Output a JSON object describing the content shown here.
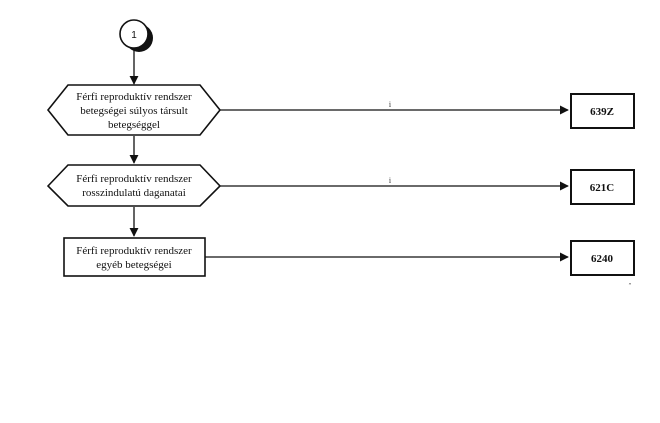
{
  "connector": {
    "label": "1"
  },
  "decisions": [
    {
      "lines": [
        "Férfi reproduktív rendszer",
        "betegségei súlyos társult",
        "betegséggel"
      ],
      "edge_label": "i",
      "code": "639Z"
    },
    {
      "lines": [
        "Férfi reproduktív rendszer",
        "rosszindulatú daganatai"
      ],
      "edge_label": "i",
      "code": "621C"
    }
  ],
  "process": {
    "lines": [
      "Férfi reproduktív rendszer",
      "egyéb betegségei"
    ],
    "code": "6240"
  },
  "corner_mark": "”"
}
